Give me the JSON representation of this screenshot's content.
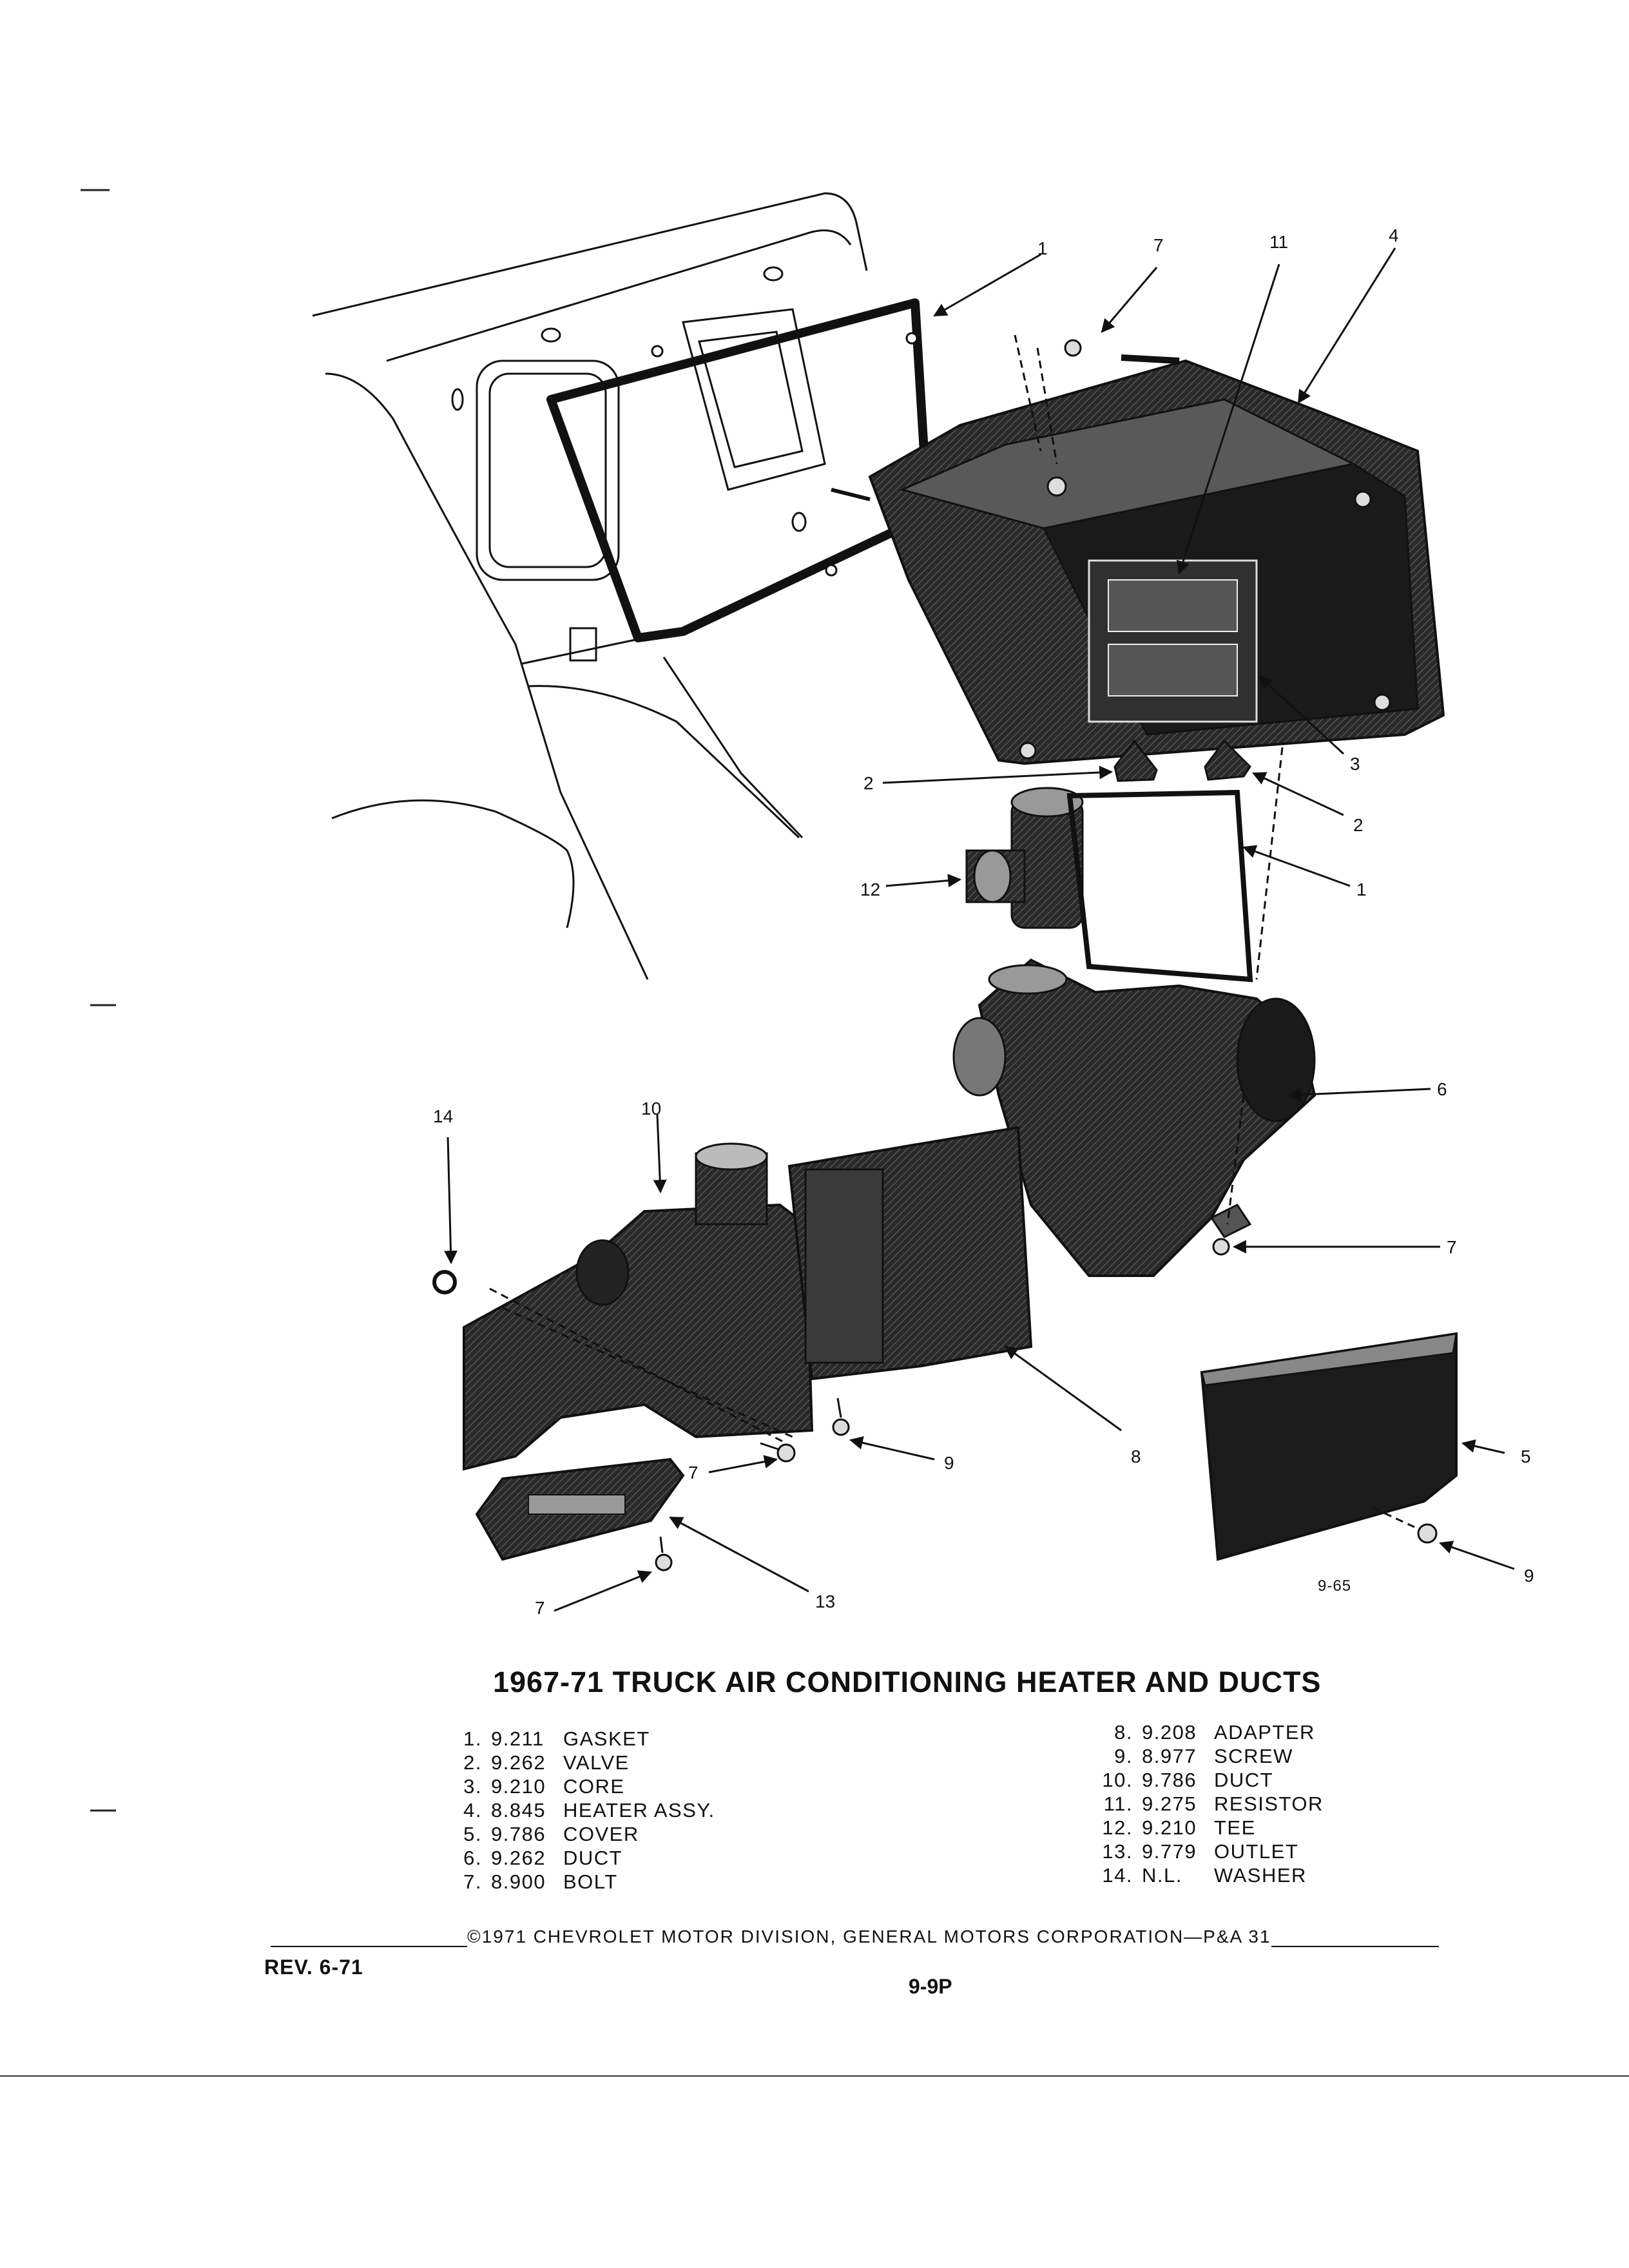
{
  "title": "1967-71 TRUCK AIR CONDITIONING HEATER AND DUCTS",
  "figure_id": "9-65",
  "callouts": [
    "1",
    "7",
    "11",
    "4",
    "3",
    "2",
    "2",
    "12",
    "1",
    "14",
    "10",
    "6",
    "7",
    "8",
    "9",
    "7",
    "5",
    "9",
    "7",
    "13"
  ],
  "parts_left": [
    {
      "num": "1.",
      "code": "9.211",
      "name": "GASKET"
    },
    {
      "num": "2.",
      "code": "9.262",
      "name": "VALVE"
    },
    {
      "num": "3.",
      "code": "9.210",
      "name": "CORE"
    },
    {
      "num": "4.",
      "code": "8.845",
      "name": "HEATER ASSY."
    },
    {
      "num": "5.",
      "code": "9.786",
      "name": "COVER"
    },
    {
      "num": "6.",
      "code": "9.262",
      "name": "DUCT"
    },
    {
      "num": "7.",
      "code": "8.900",
      "name": "BOLT"
    }
  ],
  "parts_right": [
    {
      "num": "8.",
      "code": "9.208",
      "name": "ADAPTER"
    },
    {
      "num": "9.",
      "code": "8.977",
      "name": "SCREW"
    },
    {
      "num": "10.",
      "code": "9.786",
      "name": "DUCT"
    },
    {
      "num": "11.",
      "code": "9.275",
      "name": "RESISTOR"
    },
    {
      "num": "12.",
      "code": "9.210",
      "name": "TEE"
    },
    {
      "num": "13.",
      "code": "9.779",
      "name": "OUTLET"
    },
    {
      "num": "14.",
      "code": "N.L.",
      "name": "WASHER"
    }
  ],
  "footer": "©1971 CHEVROLET MOTOR DIVISION, GENERAL MOTORS CORPORATION—P&A 31",
  "revision": "REV. 6-71",
  "page_number": "9-9P"
}
